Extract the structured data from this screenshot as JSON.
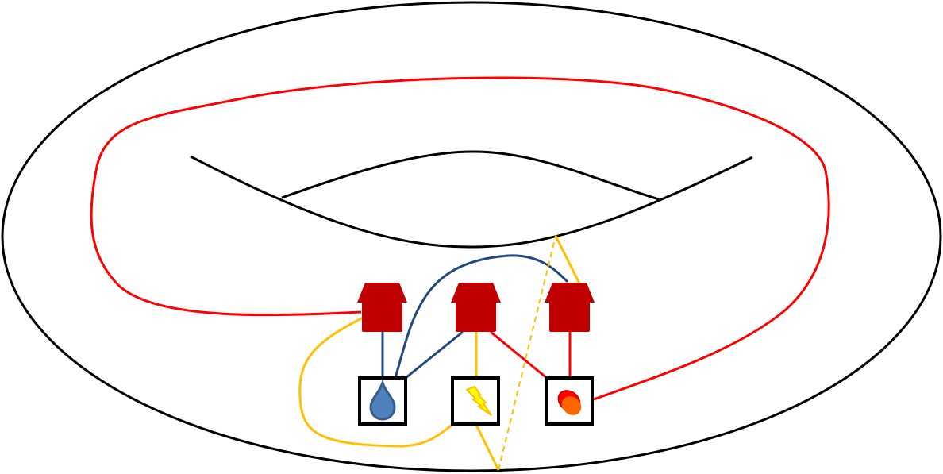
{
  "diagram": {
    "description_type": "utility-graph-on-torus",
    "houses": 3,
    "utilities": [
      "water",
      "electricity",
      "gas"
    ],
    "colors": {
      "house": "#c00000",
      "water": "#1f497d",
      "electricity": "#ffc000",
      "gas": "#ff0000",
      "outline": "#000000"
    }
  }
}
